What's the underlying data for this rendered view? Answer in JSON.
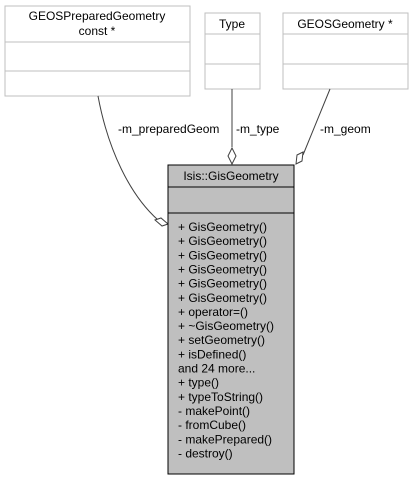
{
  "classes": {
    "prepared": {
      "name_line1": "GEOSPreparedGeometry",
      "name_line2": "const *"
    },
    "type": {
      "name": "Type"
    },
    "geos": {
      "name": "GEOSGeometry *"
    },
    "main": {
      "name": "Isis::GisGeometry",
      "members": [
        "+ GisGeometry()",
        "+ GisGeometry()",
        "+ GisGeometry()",
        "+ GisGeometry()",
        "+ GisGeometry()",
        "+ GisGeometry()",
        "+ operator=()",
        "+ ~GisGeometry()",
        "+ setGeometry()",
        "+ isDefined()",
        "and 24 more...",
        "+ type()",
        "+ typeToString()",
        "- makePoint()",
        "- fromCube()",
        "- makePrepared()",
        "- destroy()"
      ]
    }
  },
  "associations": {
    "prepared": "-m_preparedGeom",
    "type": "-m_type",
    "geom": "-m_geom"
  },
  "colors": {
    "main_fill": "#bfbfbf",
    "faded_border": "#bfbfbf",
    "edge": "#404040"
  }
}
